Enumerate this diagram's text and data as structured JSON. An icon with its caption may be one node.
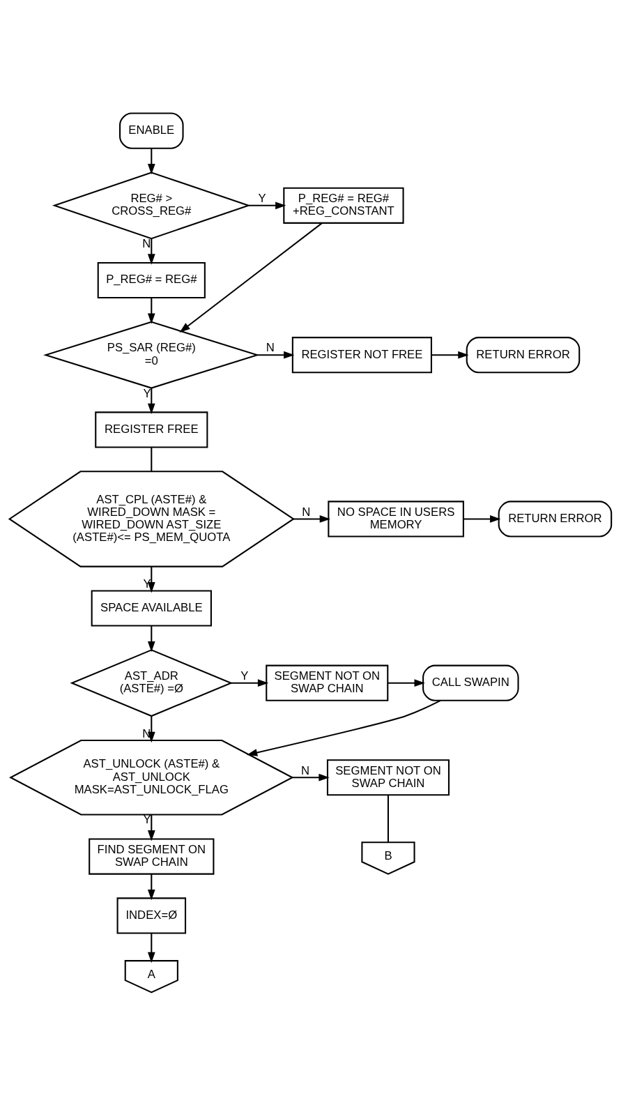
{
  "diagram": {
    "nodes": [
      {
        "text": [
          "ENABLE"
        ]
      },
      {
        "text": [
          "REG# > CROSS_REG#"
        ]
      },
      {
        "text": [
          "P_REG# = REG# +REG_CONSTANT"
        ]
      },
      {
        "text": [
          "P_REG# = REG#"
        ]
      },
      {
        "text": [
          "PS_SAR (REG#) =0"
        ]
      },
      {
        "text": [
          "REGISTER NOT FREE"
        ]
      },
      {
        "text": [
          "RETURN ERROR"
        ]
      },
      {
        "text": [
          "REGISTER FREE"
        ]
      },
      {
        "text": [
          "AST_CPL (ASTE#) & WIRED_DOWN MASK = WIRED_DOWN AST_SIZE (ASTE#)<= PS_MEM_QUOTA"
        ]
      },
      {
        "text": [
          "NO SPACE IN USERS MEMORY"
        ]
      },
      {
        "text": [
          "RETURN ERROR"
        ]
      },
      {
        "text": [
          "SPACE AVAILABLE"
        ]
      },
      {
        "text": [
          "AST_ADR (ASTE#) =Ø"
        ]
      },
      {
        "text": [
          "SEGMENT NOT ON SWAP CHAIN"
        ]
      },
      {
        "text": [
          "CALL SWAPIN"
        ]
      },
      {
        "text": [
          "AST_UNLOCK (ASTE#) & AST_UNLOCK MASK=AST_UNLOCK_FLAG"
        ]
      },
      {
        "text": [
          "SEGMENT NOT ON SWAP CHAIN"
        ]
      },
      {
        "text": [
          "FIND SEGMENT ON SWAP CHAIN"
        ]
      },
      {
        "text": [
          "INDEX=Ø"
        ]
      },
      {
        "text": [
          "A"
        ]
      },
      {
        "text": [
          "B"
        ]
      }
    ],
    "edges": [
      {
        "from": 0,
        "to": 1,
        "arrow": "to"
      },
      {
        "from": 1,
        "to": 2,
        "arrow": "to",
        "label": "Y"
      },
      {
        "from": 1,
        "to": 3,
        "arrow": "to",
        "label": "N"
      },
      {
        "from": 2,
        "to": 4,
        "arrow": "to"
      },
      {
        "from": 3,
        "to": 4,
        "arrow": "to"
      },
      {
        "from": 4,
        "to": 5,
        "arrow": "to",
        "label": "N"
      },
      {
        "from": 5,
        "to": 6,
        "arrow": "to"
      },
      {
        "from": 4,
        "to": 7,
        "arrow": "to",
        "label": "Y"
      },
      {
        "from": 7,
        "to": 8,
        "arrow": "none"
      },
      {
        "from": 8,
        "to": 9,
        "arrow": "to",
        "label": "N"
      },
      {
        "from": 9,
        "to": 10,
        "arrow": "to"
      },
      {
        "from": 8,
        "to": 11,
        "arrow": "to",
        "label": "Y"
      },
      {
        "from": 11,
        "to": 12,
        "arrow": "to"
      },
      {
        "from": 12,
        "to": 13,
        "arrow": "to",
        "label": "Y"
      },
      {
        "from": 13,
        "to": 14,
        "arrow": "to"
      },
      {
        "from": 14,
        "to": 15,
        "arrow": "to"
      },
      {
        "from": 12,
        "to": 15,
        "arrow": "to",
        "label": "N"
      },
      {
        "from": 15,
        "to": 16,
        "arrow": "to",
        "label": "N"
      },
      {
        "from": 16,
        "to": 20,
        "arrow": "none"
      },
      {
        "from": 15,
        "to": 17,
        "arrow": "to",
        "label": "Y"
      },
      {
        "from": 17,
        "to": 18,
        "arrow": "to"
      },
      {
        "from": 18,
        "to": 19,
        "arrow": "to"
      }
    ]
  }
}
